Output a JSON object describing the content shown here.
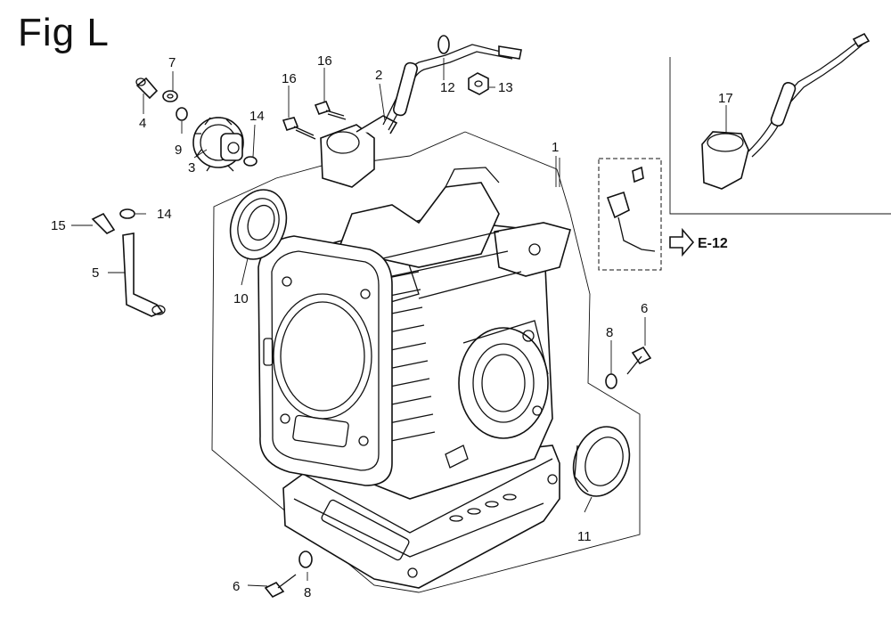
{
  "figure": {
    "title": "Fig L"
  },
  "callouts": [
    {
      "id": "c1",
      "text": "1"
    },
    {
      "id": "c2",
      "text": "2"
    },
    {
      "id": "c3",
      "text": "3"
    },
    {
      "id": "c4",
      "text": "4"
    },
    {
      "id": "c5",
      "text": "5"
    },
    {
      "id": "c6a",
      "text": "6"
    },
    {
      "id": "c6b",
      "text": "6"
    },
    {
      "id": "c7",
      "text": "7"
    },
    {
      "id": "c8a",
      "text": "8"
    },
    {
      "id": "c8b",
      "text": "8"
    },
    {
      "id": "c9",
      "text": "9"
    },
    {
      "id": "c10",
      "text": "10"
    },
    {
      "id": "c11",
      "text": "11"
    },
    {
      "id": "c12",
      "text": "12"
    },
    {
      "id": "c13",
      "text": "13"
    },
    {
      "id": "c14a",
      "text": "14"
    },
    {
      "id": "c14b",
      "text": "14"
    },
    {
      "id": "c15",
      "text": "15"
    },
    {
      "id": "c16a",
      "text": "16"
    },
    {
      "id": "c16b",
      "text": "16"
    },
    {
      "id": "c17",
      "text": "17"
    }
  ],
  "reference": {
    "text": "E-12"
  }
}
